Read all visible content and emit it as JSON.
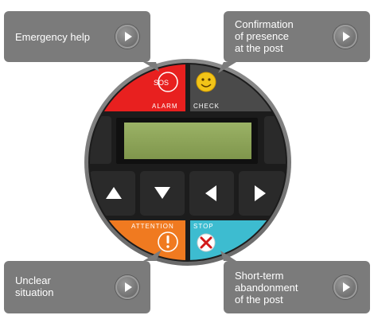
{
  "callouts": {
    "emergency": {
      "label": "Emergency help"
    },
    "confirmation": {
      "label": "Confirmation\nof presence\nat the post"
    },
    "unclear": {
      "label": "Unclear\nsituation"
    },
    "shortterm": {
      "label": "Short-term\nabandonment\nof the post"
    }
  },
  "device": {
    "alarm": {
      "icon_text": "SOS",
      "label": "ALARM",
      "color": "#e8201f"
    },
    "check": {
      "label": "CHECK",
      "color": "#4a4a4a",
      "icon": "smiley-icon"
    },
    "attention": {
      "label": "ATTENTION",
      "color": "#f07a20",
      "icon": "exclamation-icon"
    },
    "stop": {
      "label": "STOP",
      "color": "#3dbcd0",
      "icon": "cross-icon"
    },
    "display": {
      "color": "#8ea55a"
    },
    "keys": [
      "up-arrow-icon",
      "down-arrow-icon",
      "left-arrow-icon",
      "right-arrow-icon"
    ]
  }
}
